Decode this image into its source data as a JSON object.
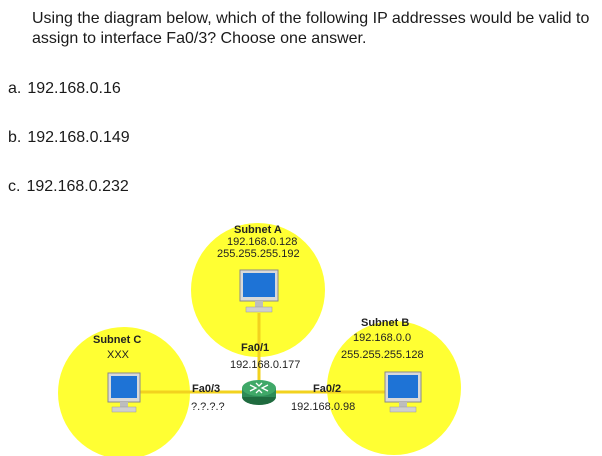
{
  "question": {
    "text": "Using the diagram below, which of the following IP addresses would be valid to assign to interface Fa0/3? Choose one answer."
  },
  "options": [
    {
      "letter": "a.",
      "text": "192.168.0.16"
    },
    {
      "letter": "b.",
      "text": "192.168.0.149"
    },
    {
      "letter": "c.",
      "text": "192.168.0.232"
    }
  ],
  "diagram": {
    "subnet_a": {
      "name": "Subnet A",
      "network": "192.168.0.128",
      "mask": "255.255.255.192"
    },
    "subnet_b": {
      "name": "Subnet B",
      "network": "192.168.0.0",
      "mask": "255.255.255.128"
    },
    "subnet_c": {
      "name": "Subnet C",
      "network": "XXX"
    },
    "fa01": {
      "name": "Fa0/1",
      "ip": "192.168.0.177"
    },
    "fa02": {
      "name": "Fa0/2",
      "ip": "192.168.0.98"
    },
    "fa03": {
      "name": "Fa0/3",
      "ip": "?.?.?.?"
    }
  },
  "colors": {
    "subnet_fill": "#ffff33",
    "router": "#2e8b57",
    "monitor_screen": "#1e73d6"
  },
  "icons": [
    "monitor-icon",
    "router-icon"
  ]
}
